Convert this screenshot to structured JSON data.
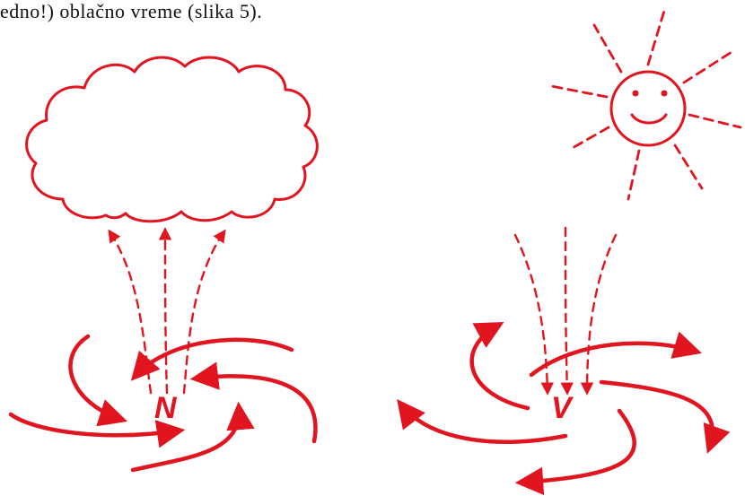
{
  "caption": "edno!) oblačno vreme (slika 5).",
  "low_pressure": {
    "label": "N"
  },
  "high_pressure": {
    "label": "V"
  },
  "colors": {
    "ink": "#e1151f",
    "text": "#111111"
  },
  "icons": [
    "cloud-icon",
    "sun-icon"
  ]
}
